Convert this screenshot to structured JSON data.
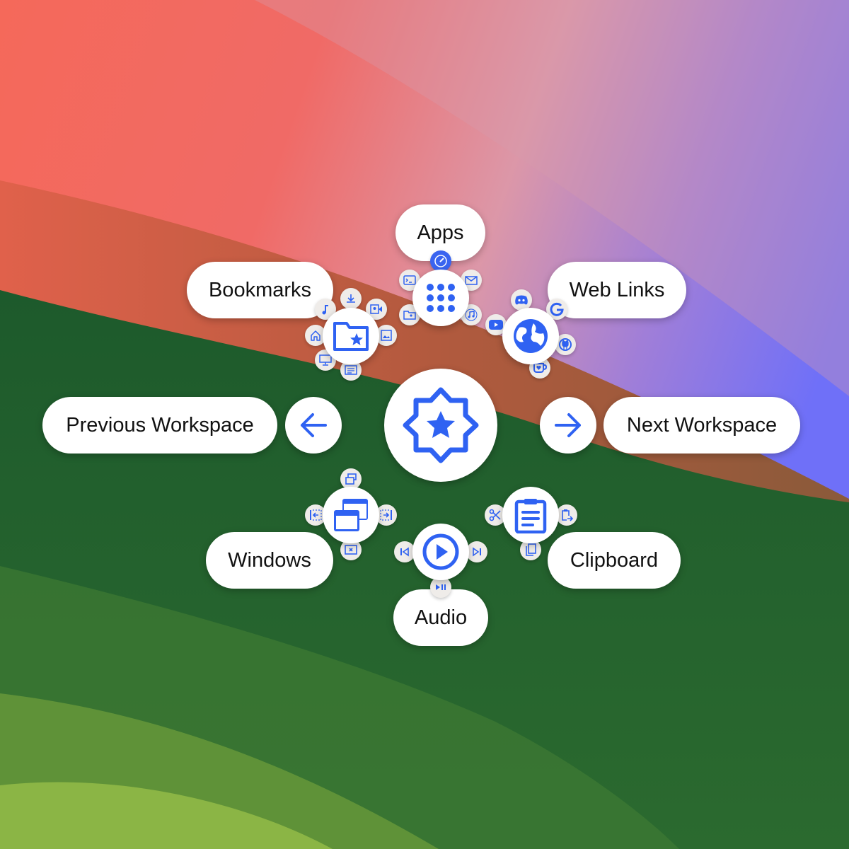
{
  "colors": {
    "accent": "#2f62f2",
    "pill": "#ffffff",
    "child_bg": "#efece9"
  },
  "center": {
    "icon": "star-badge-icon"
  },
  "items": {
    "apps": {
      "label": "Apps",
      "icon": "grid-dots-icon",
      "children": [
        "safari-compass-icon",
        "terminal-icon",
        "mail-icon",
        "folder-person-icon",
        "music-note-icon"
      ]
    },
    "bookmarks": {
      "label": "Bookmarks",
      "icon": "folder-star-icon",
      "children": [
        "music-note-icon",
        "download-icon",
        "video-folder-icon",
        "image-icon",
        "list-icon",
        "monitor-icon",
        "home-icon"
      ]
    },
    "web_links": {
      "label": "Web Links",
      "icon": "globe-icon",
      "children": [
        "discord-icon",
        "google-icon",
        "github-icon",
        "coffee-heart-icon",
        "youtube-icon"
      ]
    },
    "previous_workspace": {
      "label": "Previous Workspace",
      "icon": "arrow-left-icon"
    },
    "next_workspace": {
      "label": "Next Workspace",
      "icon": "arrow-right-icon"
    },
    "windows": {
      "label": "Windows",
      "icon": "windows-stack-icon",
      "children": [
        "restore-window-icon",
        "move-left-icon",
        "move-right-icon",
        "close-window-icon"
      ]
    },
    "audio": {
      "label": "Audio",
      "icon": "play-circle-icon",
      "children": [
        "previous-track-icon",
        "next-track-icon",
        "play-pause-icon"
      ]
    },
    "clipboard": {
      "label": "Clipboard",
      "icon": "clipboard-icon",
      "children": [
        "cut-icon",
        "paste-icon",
        "copy-icon"
      ]
    }
  }
}
